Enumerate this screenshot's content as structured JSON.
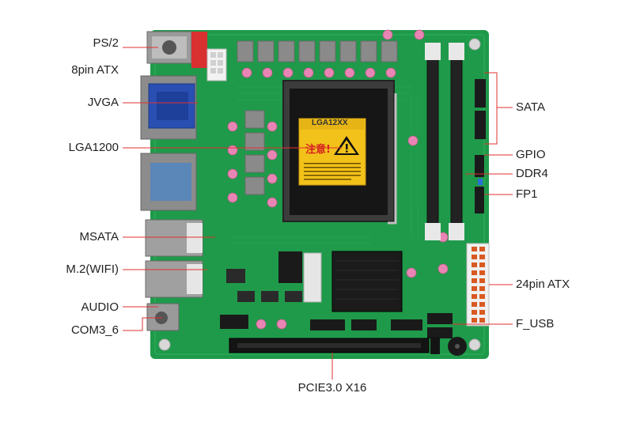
{
  "labels": {
    "left": [
      "PS/2",
      "8pin ATX",
      "JVGA",
      "LGA1200",
      "MSATA",
      "M.2(WIFI)",
      "AUDIO",
      "COM3_6"
    ],
    "right": [
      "SATA",
      "GPIO",
      "DDR4",
      "FP1",
      "24pin ATX",
      "F_USB"
    ],
    "bottom": "PCIE3.0 X16"
  },
  "socket_sticker": {
    "title": "LGA12XX",
    "warning": "注意!"
  },
  "colors": {
    "pcb": "#1f9a4a",
    "pcb_dark": "#157838",
    "leader_line": "#e03030",
    "label_text": "#222222",
    "warning_sticker": "#f2c21a"
  },
  "icons": [
    "warning-triangle-icon"
  ]
}
